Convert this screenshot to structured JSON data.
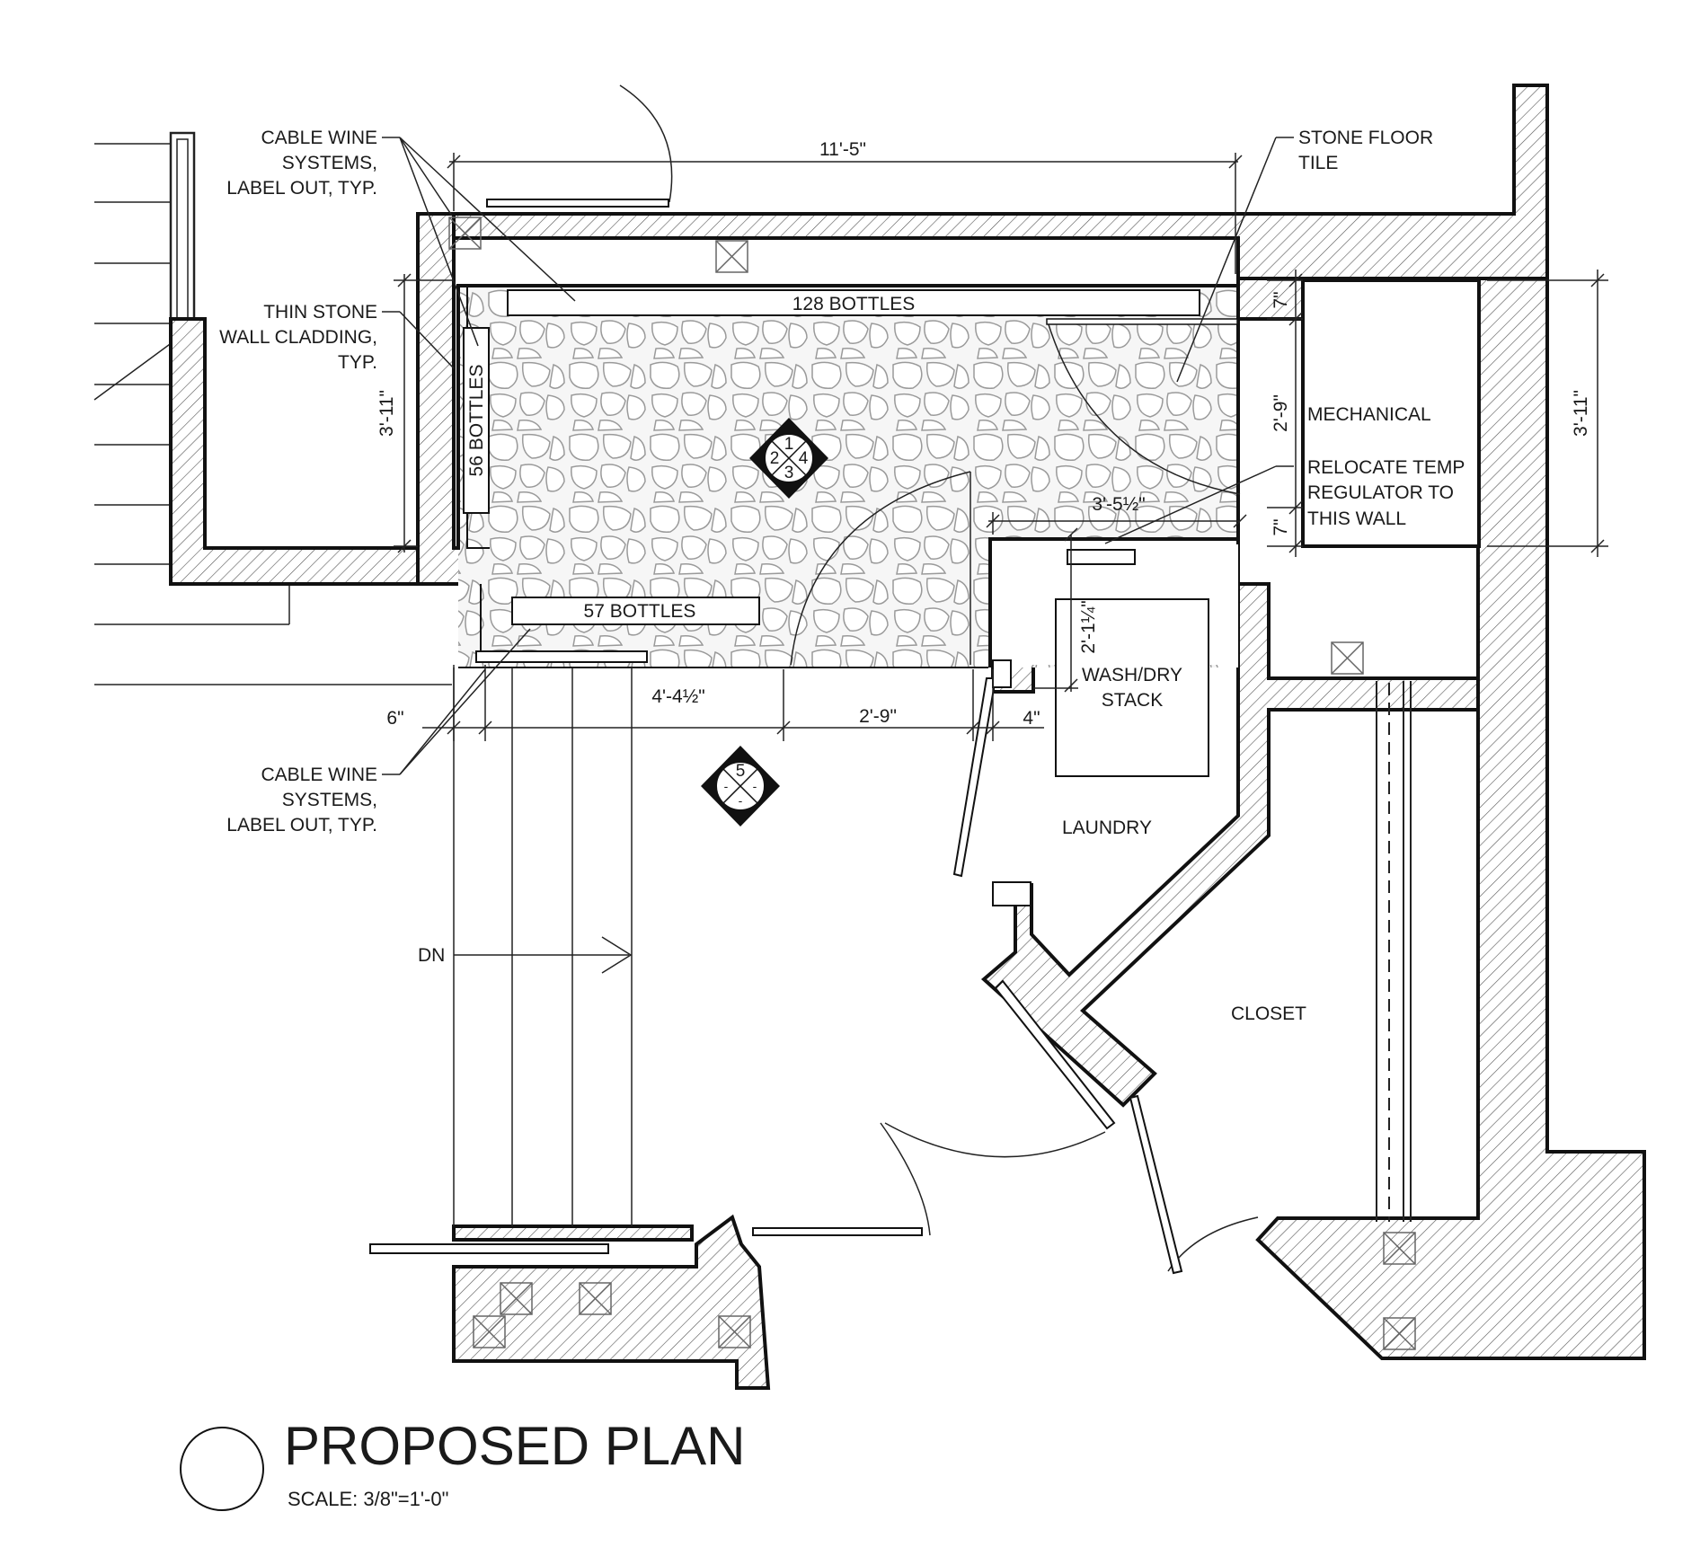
{
  "title": "PROPOSED PLAN",
  "scale": "SCALE: 3/8\"=1'-0\"",
  "labels": {
    "cable_top": [
      "CABLE WINE",
      "SYSTEMS,",
      "LABEL OUT, TYP."
    ],
    "cladding": [
      "THIN STONE",
      "WALL CLADDING,",
      "TYP."
    ],
    "cable_bottom": [
      "CABLE WINE",
      "SYSTEMS,",
      "LABEL OUT, TYP."
    ],
    "stone_floor": [
      "STONE FLOOR",
      "TILE"
    ],
    "mechanical": "MECHANICAL",
    "relocate": [
      "RELOCATE TEMP",
      "REGULATOR TO",
      "THIS WALL"
    ],
    "wash_dry": [
      "WASH/DRY",
      "STACK"
    ],
    "laundry": "LAUNDRY",
    "closet": "CLOSET",
    "dn": "DN"
  },
  "racks": {
    "top": "128 BOTTLES",
    "left": "56 BOTTLES",
    "bottom": "57 BOTTLES"
  },
  "dimensions": {
    "overall_width": "11'-5\"",
    "left_height": "3'-11\"",
    "right_height": "3'-11\"",
    "mech_top": "7\"",
    "mech_mid": "2'-9\"",
    "mech_bot": "7\"",
    "inner_width": "3'-5½\"",
    "vert_small": "2'-1¼\"",
    "six": "6\"",
    "four_four": "4'-4½\"",
    "two_nine": "2'-9\"",
    "four": "4\""
  },
  "tags": {
    "elev_top": [
      "1",
      "2",
      "3",
      "4"
    ],
    "elev_bottom": [
      "5",
      "-",
      "-",
      "-"
    ]
  }
}
